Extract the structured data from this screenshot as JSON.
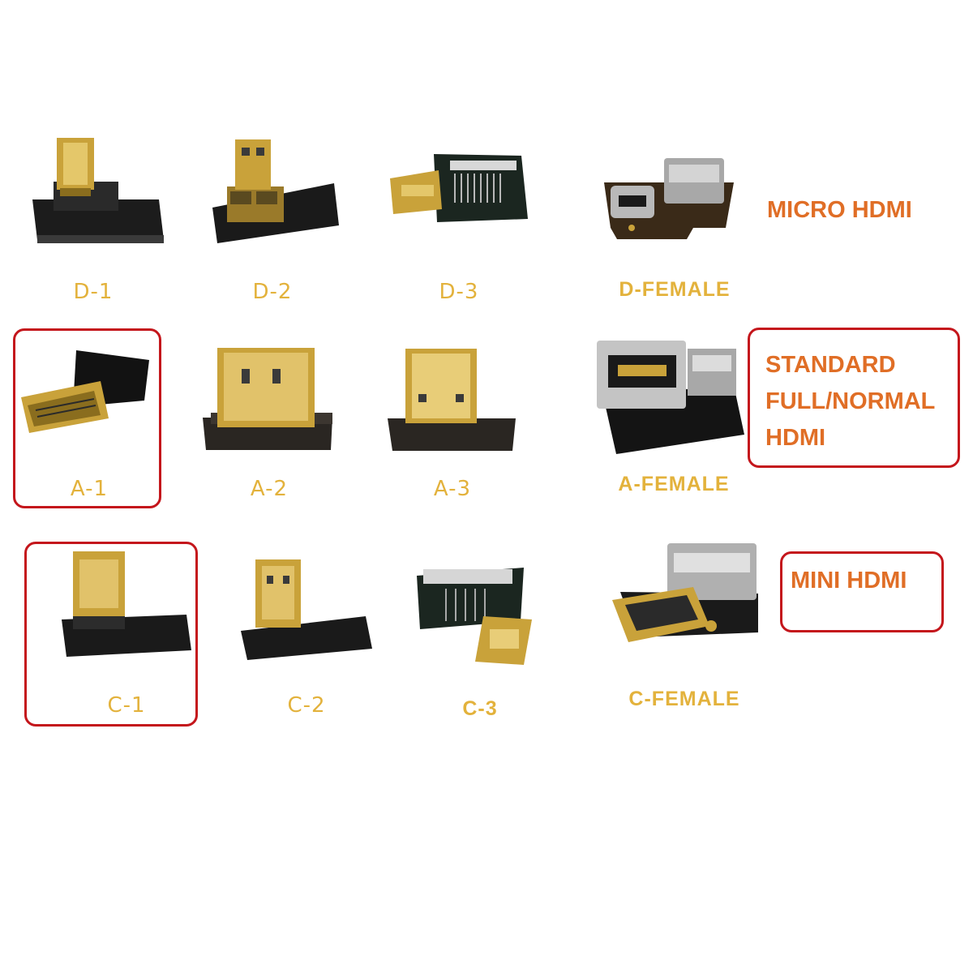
{
  "rows": [
    {
      "connectors": [
        {
          "label": "D-1",
          "icon": "micro-hdmi-d1-connector"
        },
        {
          "label": "D-2",
          "icon": "micro-hdmi-d2-connector"
        },
        {
          "label": "D-3",
          "icon": "micro-hdmi-d3-connector"
        },
        {
          "label": "D-FEMALE",
          "icon": "micro-hdmi-female-connector"
        }
      ],
      "category": "MICRO HDMI"
    },
    {
      "connectors": [
        {
          "label": "A-1",
          "icon": "standard-hdmi-a1-connector"
        },
        {
          "label": "A-2",
          "icon": "standard-hdmi-a2-connector"
        },
        {
          "label": "A-3",
          "icon": "standard-hdmi-a3-connector"
        },
        {
          "label": "A-FEMALE",
          "icon": "standard-hdmi-female-connector"
        }
      ],
      "category_lines": [
        "STANDARD",
        "FULL/NORMAL",
        "HDMI"
      ]
    },
    {
      "connectors": [
        {
          "label": "C-1",
          "icon": "mini-hdmi-c1-connector"
        },
        {
          "label": "C-2",
          "icon": "mini-hdmi-c2-connector"
        },
        {
          "label": "C-3",
          "icon": "mini-hdmi-c3-connector"
        },
        {
          "label": "C-FEMALE",
          "icon": "mini-hdmi-female-connector"
        }
      ],
      "category": "MINI HDMI"
    }
  ],
  "colors": {
    "caption": "#e3b23c",
    "category": "#e06e26",
    "highlight_frame": "#c4161c",
    "connector_gold": "#c9a23a",
    "pcb_black": "#1a1a1a"
  }
}
